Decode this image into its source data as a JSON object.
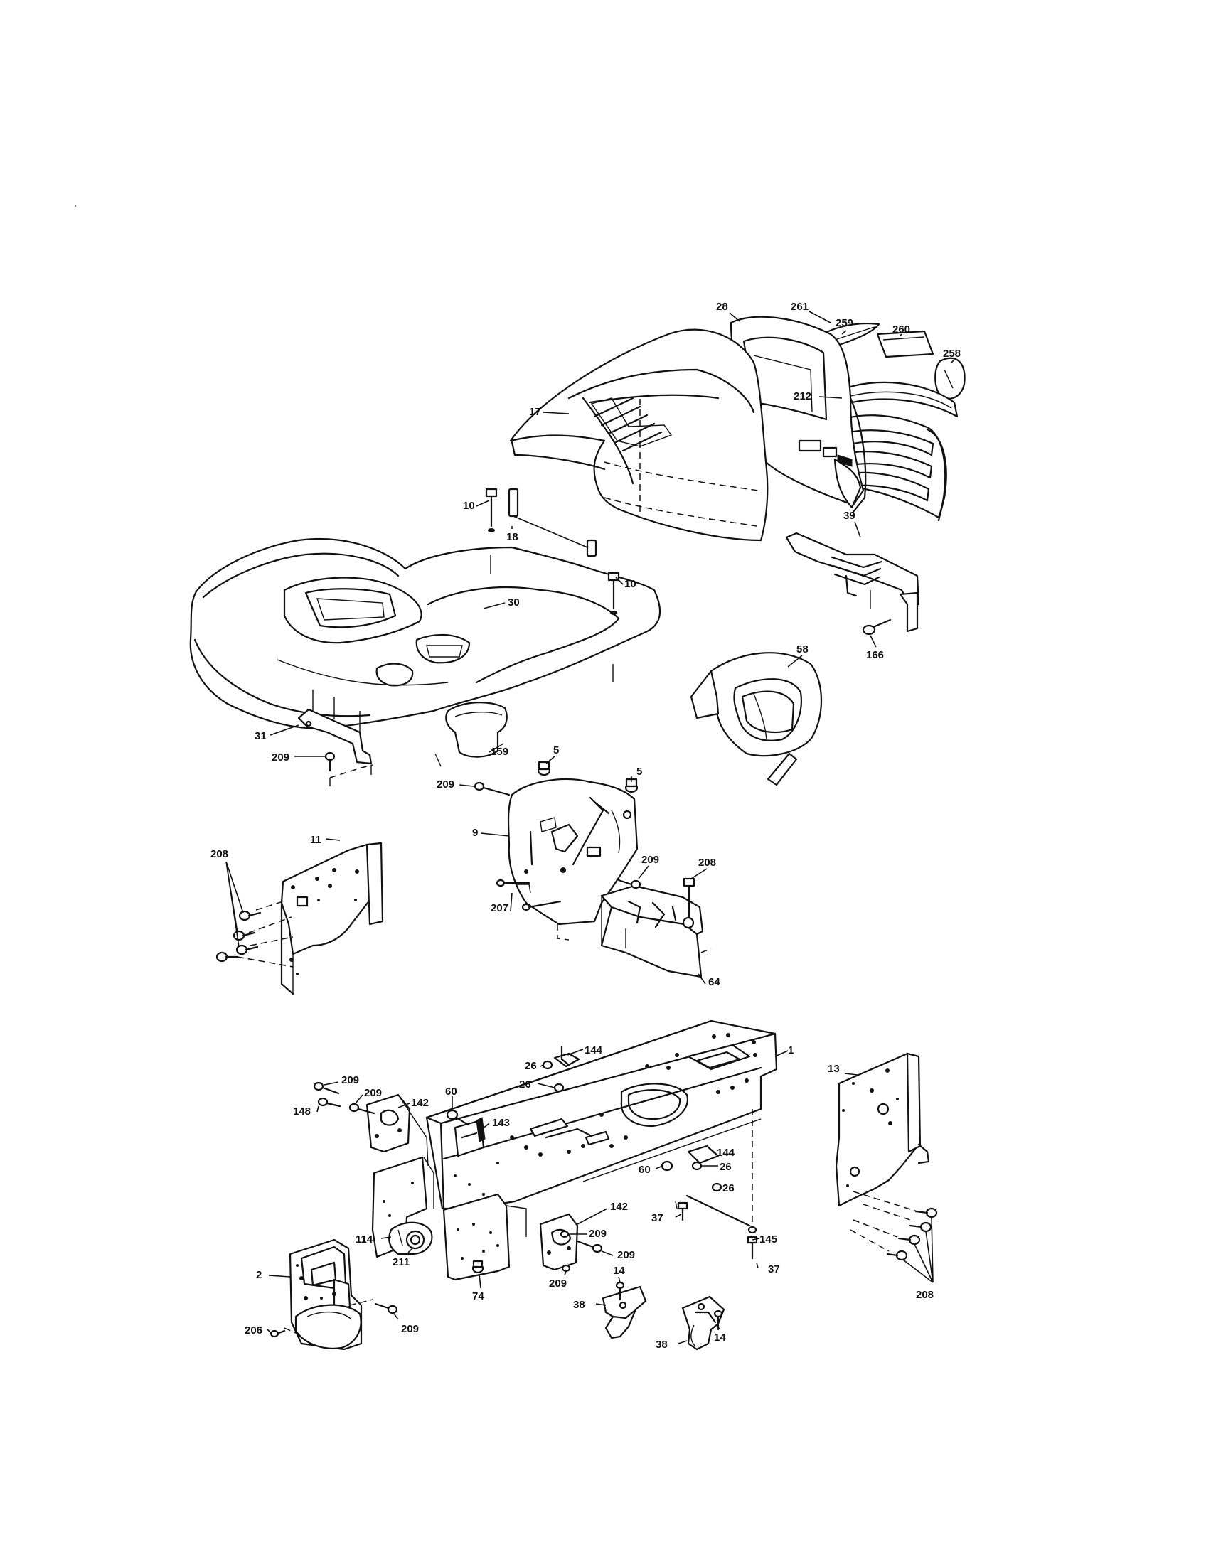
{
  "diagram": {
    "callouts": [
      {
        "id": "c259",
        "text": "259"
      },
      {
        "id": "c260",
        "text": "260"
      },
      {
        "id": "c258",
        "text": "258"
      },
      {
        "id": "c212",
        "text": "212"
      },
      {
        "id": "c28",
        "text": "28"
      },
      {
        "id": "c261",
        "text": "261"
      },
      {
        "id": "c17",
        "text": "17"
      },
      {
        "id": "c10a",
        "text": "10"
      },
      {
        "id": "c18",
        "text": "18"
      },
      {
        "id": "c10b",
        "text": "10"
      },
      {
        "id": "c30",
        "text": "30"
      },
      {
        "id": "c39",
        "text": "39"
      },
      {
        "id": "c166",
        "text": "166"
      },
      {
        "id": "c58",
        "text": "58"
      },
      {
        "id": "c31",
        "text": "31"
      },
      {
        "id": "c209a",
        "text": "209"
      },
      {
        "id": "c159",
        "text": "159"
      },
      {
        "id": "c5a",
        "text": "5"
      },
      {
        "id": "c5b",
        "text": "5"
      },
      {
        "id": "c209b",
        "text": "209"
      },
      {
        "id": "c9",
        "text": "9"
      },
      {
        "id": "c208a",
        "text": "208"
      },
      {
        "id": "c11",
        "text": "11"
      },
      {
        "id": "c209c",
        "text": "209"
      },
      {
        "id": "c208b",
        "text": "208"
      },
      {
        "id": "c207",
        "text": "207"
      },
      {
        "id": "c64",
        "text": "64"
      },
      {
        "id": "c144a",
        "text": "144"
      },
      {
        "id": "c26a",
        "text": "26"
      },
      {
        "id": "c1",
        "text": "1"
      },
      {
        "id": "c13",
        "text": "13"
      },
      {
        "id": "c209d",
        "text": "209"
      },
      {
        "id": "c209e",
        "text": "209"
      },
      {
        "id": "c148",
        "text": "148"
      },
      {
        "id": "c142a",
        "text": "142"
      },
      {
        "id": "c60a",
        "text": "60"
      },
      {
        "id": "c26b",
        "text": "26"
      },
      {
        "id": "c143",
        "text": "143"
      },
      {
        "id": "c144b",
        "text": "144"
      },
      {
        "id": "c26c",
        "text": "26"
      },
      {
        "id": "c60b",
        "text": "60"
      },
      {
        "id": "c26d",
        "text": "26"
      },
      {
        "id": "c142b",
        "text": "142"
      },
      {
        "id": "c114",
        "text": "114"
      },
      {
        "id": "c209f",
        "text": "209"
      },
      {
        "id": "c37a",
        "text": "37"
      },
      {
        "id": "c145",
        "text": "145"
      },
      {
        "id": "c2",
        "text": "2"
      },
      {
        "id": "c211",
        "text": "211"
      },
      {
        "id": "c209g",
        "text": "209"
      },
      {
        "id": "c37b",
        "text": "37"
      },
      {
        "id": "c74",
        "text": "74"
      },
      {
        "id": "c209h",
        "text": "209"
      },
      {
        "id": "c208c",
        "text": "208"
      },
      {
        "id": "c14a",
        "text": "14"
      },
      {
        "id": "c38a",
        "text": "38"
      },
      {
        "id": "c206",
        "text": "206"
      },
      {
        "id": "c209i",
        "text": "209"
      },
      {
        "id": "c38b",
        "text": "38"
      },
      {
        "id": "c14b",
        "text": "14"
      }
    ]
  }
}
